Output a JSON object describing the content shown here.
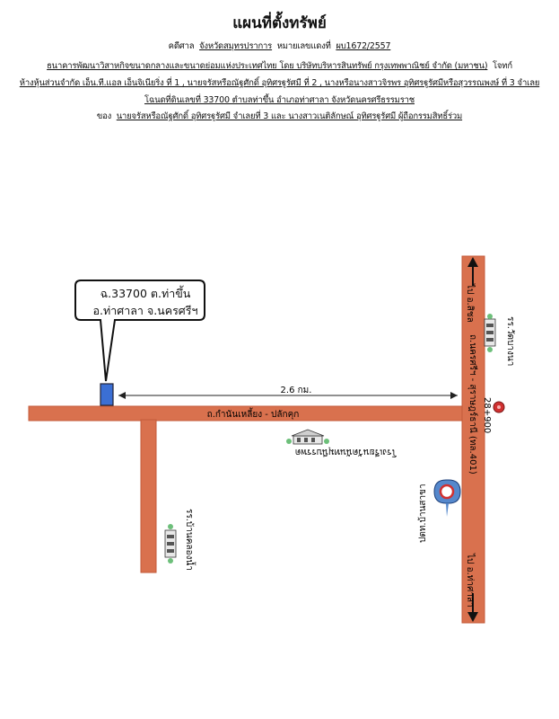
{
  "header": {
    "title": "แผนที่ตั้งทรัพย์",
    "line1_prefix": "คดีศาล",
    "line1_court": "จังหวัดสมุทรปราการ",
    "line1_mid": "หมายเลขแดงที่",
    "line1_case": "ผบ1672/2557",
    "line2": "ธนาคารพัฒนาวิสาหกิจขนาดกลางและขนาดย่อมแห่งประเทศไทย โดย บริษัทบริหารสินทรัพย์ กรุงเทพพาณิชย์ จำกัด (มหาชน)",
    "line2_tail": "โจทก์",
    "line3": "ห้างหุ้นส่วนจำกัด เอ็น.ที.แอล เอ็นจิเนียริ่ง ที่ 1 , นายจรัสหรือณัฐศักดิ์ อุทิศรฐูรัศมี ที่ 2 , นางหรือนางสาวจิรพร อุทิศรฐูรัศมีหรือสุวรรณพงษ์ ที่ 3 จำเลย",
    "line4": "โฉนดที่ดินเลขที่ 33700 ตำบลท่าขึ้น อำเภอท่าศาลา จังหวัดนครศรีธรรมราช",
    "line5_prefix": "ของ",
    "line5": "นายจรัสหรือณัฐศักดิ์ อุทิศรฐูรัศมี จำเลยที่ 3 และ นางสาวเนติลักษณ์ อุทิศรฐูรัศมี ผู้ถือกรรมสิทธิ์ร่วม"
  },
  "callout": {
    "line1": "ฉ.33700 ต.ท่าขึ้น",
    "line2": "อ.ท่าศาลา จ.นครศรีฯ"
  },
  "map": {
    "distance_label": "2.6 กม.",
    "road_label": "ถ.กำนันเหลี้ยง - ปลักคุก",
    "main_road_label": "ถ.นครศรีฯ - สุราษฎร์ธานี (ทล.401)",
    "km_marker": "28+900",
    "to_sichon": "ไป อ.สิชล",
    "to_thasala": "ไป อ.ท่าศาลา",
    "school_center": "โรงเรียนวัดนันทมุนีบรรพต",
    "temple_right": "รร.วัดบางนา",
    "school_left": "รร.บ้านคลองน้ำ",
    "gas_station": "ปตท.บ้านสาขา"
  },
  "colors": {
    "road": "#d9714e",
    "road_stroke": "#c45a3a",
    "parcel": "#3b6fd4",
    "pin": "#d03030",
    "pin_blue": "#5588cc"
  }
}
